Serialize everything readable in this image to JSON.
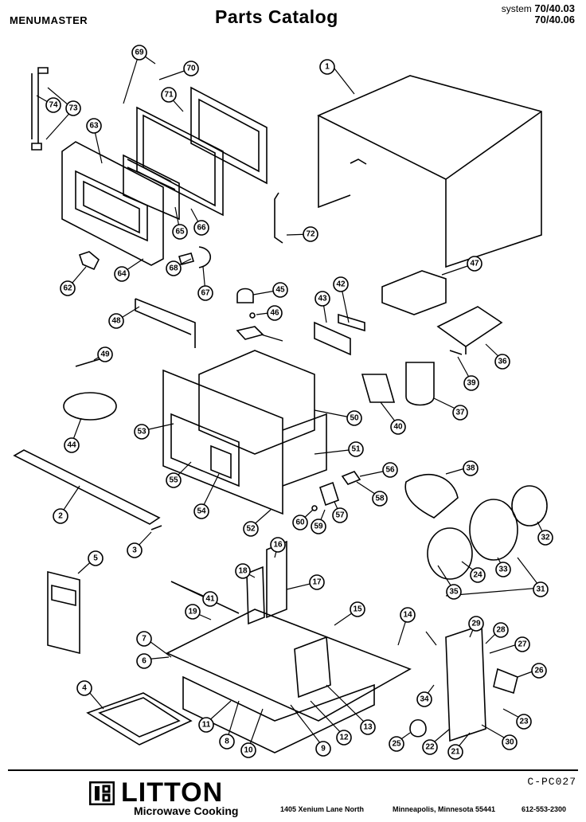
{
  "header": {
    "brand": "MENUMASTER",
    "title": "Parts  Catalog",
    "system_label": "system",
    "system_lines": [
      "70/40.03",
      "70/40.06"
    ]
  },
  "callouts": [
    "1",
    "2",
    "3",
    "4",
    "5",
    "6",
    "7",
    "8",
    "9",
    "10",
    "11",
    "12",
    "13",
    "14",
    "15",
    "16",
    "17",
    "18",
    "19",
    "21",
    "22",
    "23",
    "24",
    "25",
    "26",
    "27",
    "28",
    "29",
    "30",
    "31",
    "32",
    "33",
    "34",
    "35",
    "36",
    "37",
    "38",
    "39",
    "40",
    "41",
    "42",
    "43",
    "44",
    "45",
    "46",
    "47",
    "48",
    "49",
    "50",
    "51",
    "52",
    "53",
    "54",
    "55",
    "56",
    "57",
    "58",
    "59",
    "60",
    "62",
    "63",
    "64",
    "65",
    "66",
    "67",
    "68",
    "69",
    "70",
    "71",
    "72",
    "73",
    "74"
  ],
  "footer": {
    "doc_code": "C-PC027",
    "logo_word": "LITTON",
    "logo_sub": "Microwave Cooking",
    "address_street": "1405 Xenium Lane North",
    "address_city": "Minneapolis, Minnesota 55441",
    "address_phone": "612-553-2300"
  }
}
